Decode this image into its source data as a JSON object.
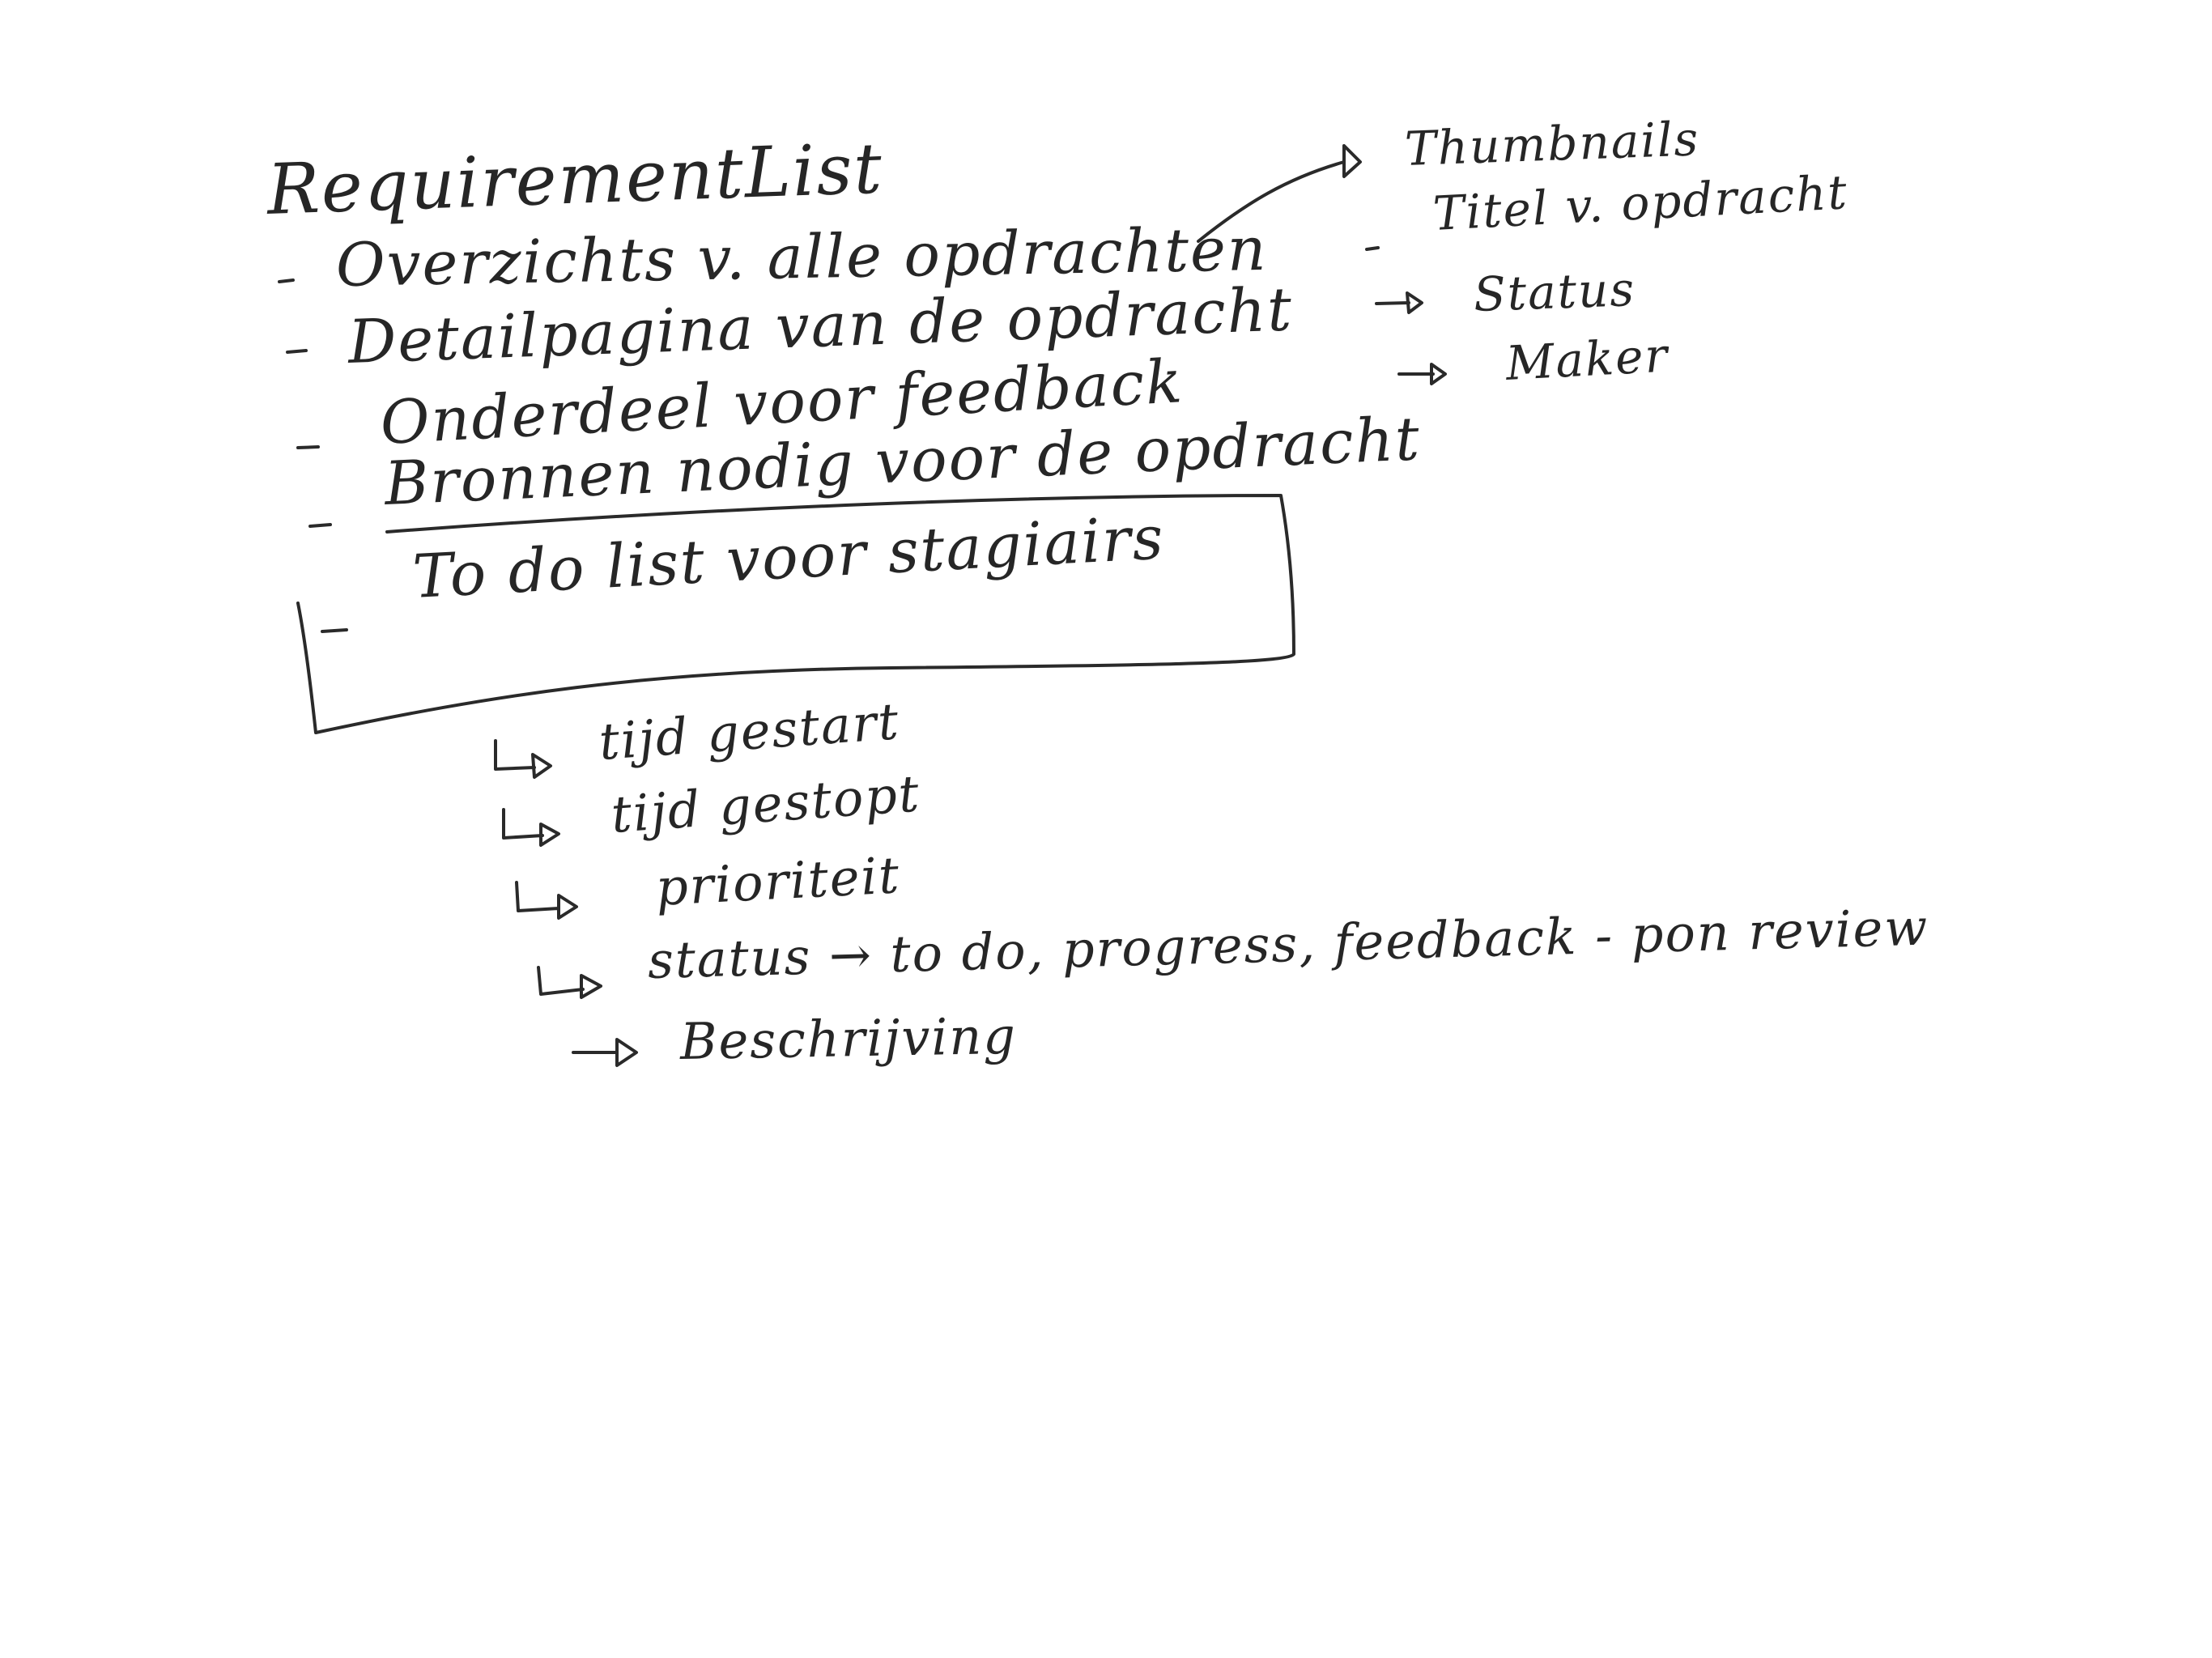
{
  "note": {
    "title": "RequirementList",
    "items": [
      "Overzichts v. alle opdrachten",
      "Detailpagina van de opdracht",
      "Onderdeel voor feedback",
      "Bronnen nodig voor de opdracht",
      "To do list voor stagiairs"
    ],
    "overview_details": [
      "Thumbnails",
      "Titel v. opdracht",
      "Status",
      "Maker"
    ],
    "todo_details": [
      "tijd gestart",
      "tijd gestopt",
      "prioriteit",
      "status → to do, progress, feedback - pon review",
      "Beschrijving"
    ]
  },
  "colors": {
    "background": "#ffffff",
    "ink": "#262626"
  }
}
